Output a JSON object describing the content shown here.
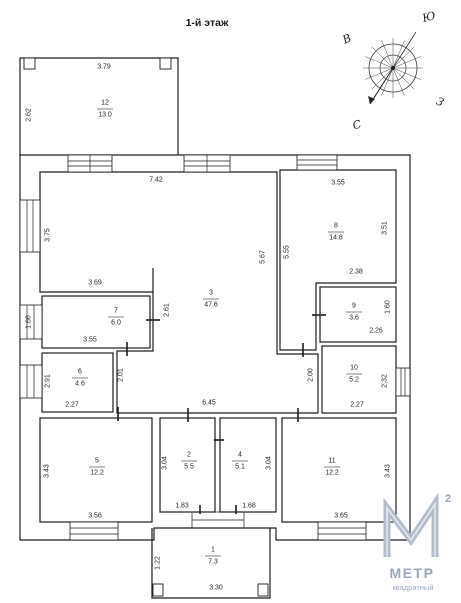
{
  "title": "1-й этаж",
  "compass": {
    "south": "Ю",
    "east": "В",
    "west": "З",
    "north": "С"
  },
  "rooms": [
    {
      "number": "12",
      "area": "13.0",
      "dims": [
        "3.79",
        "2.62"
      ]
    },
    {
      "number": "3",
      "area": "47.6",
      "dims": [
        "7.42",
        "3.75",
        "3.69",
        "2.61",
        "5.67",
        "2.01",
        "2.00",
        "6.45"
      ]
    },
    {
      "number": "8",
      "area": "14.8",
      "dims": [
        "3.55",
        "5.55",
        "3.51",
        "2.38"
      ]
    },
    {
      "number": "9",
      "area": "3.6",
      "dims": [
        "1.60",
        "2.26"
      ]
    },
    {
      "number": "7",
      "area": "6.0",
      "dims": [
        "1.66",
        "3.55"
      ]
    },
    {
      "number": "6",
      "area": "4.6",
      "dims": [
        "2.91",
        "2.27"
      ]
    },
    {
      "number": "10",
      "area": "5.2",
      "dims": [
        "2.32",
        "2.27"
      ]
    },
    {
      "number": "5",
      "area": "12.2",
      "dims": [
        "3.43",
        "3.56"
      ]
    },
    {
      "number": "2",
      "area": "5.5",
      "dims": [
        "3.04",
        "1.83"
      ]
    },
    {
      "number": "4",
      "area": "5.1",
      "dims": [
        "3.04",
        "1.68"
      ]
    },
    {
      "number": "11",
      "area": "12.2",
      "dims": [
        "3.43",
        "3.65"
      ]
    },
    {
      "number": "1",
      "area": "7.3",
      "dims": [
        "1.22",
        "3.30"
      ]
    }
  ],
  "logo": {
    "superscript": "2",
    "name": "МЕТР",
    "tagline": "квадратный"
  },
  "colors": {
    "lines": "#1d1d1d",
    "logo": "#9aa8ba"
  }
}
